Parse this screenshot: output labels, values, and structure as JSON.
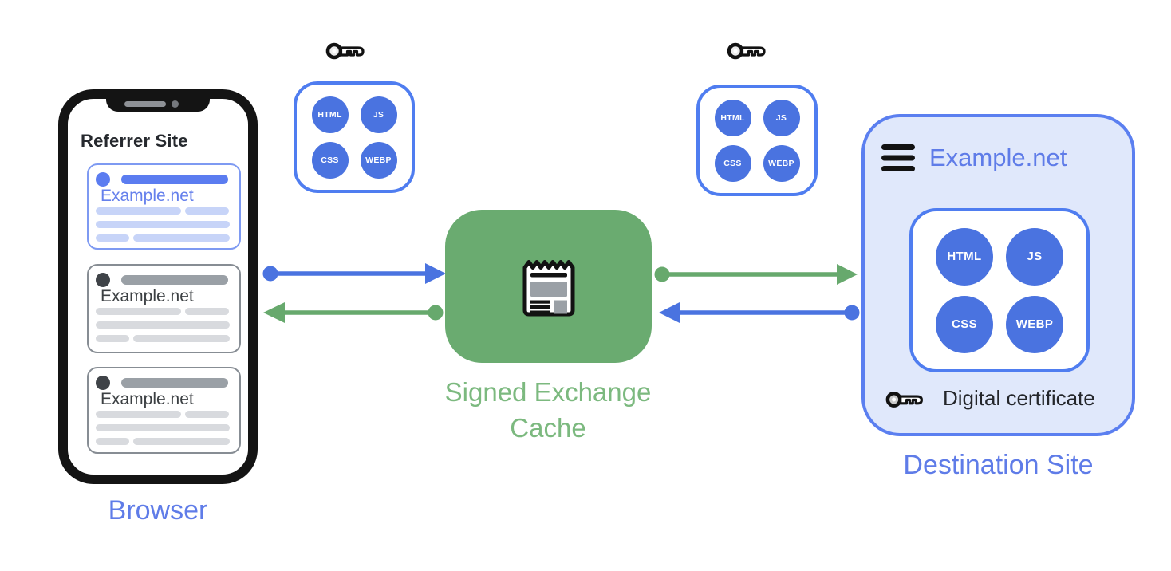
{
  "browser": {
    "label": "Browser",
    "screen_title": "Referrer Site",
    "cards": [
      {
        "site": "Example.net",
        "style": "highlighted"
      },
      {
        "site": "Example.net",
        "style": "plain"
      },
      {
        "site": "Example.net",
        "style": "plain"
      }
    ]
  },
  "bundle_left": {
    "items": [
      "HTML",
      "JS",
      "CSS",
      "WEBP"
    ]
  },
  "bundle_right": {
    "items": [
      "HTML",
      "JS",
      "CSS",
      "WEBP"
    ]
  },
  "cache": {
    "label_line1": "Signed Exchange",
    "label_line2": "Cache"
  },
  "destination": {
    "label": "Destination Site",
    "header": "Example.net",
    "bundle": {
      "items": [
        "HTML",
        "JS",
        "CSS",
        "WEBP"
      ]
    },
    "certificate_label": "Digital certificate"
  },
  "colors": {
    "accent_blue": "#4a73e0",
    "label_blue": "#5f7ce8",
    "bundle_border_blue": "#4f7df0",
    "card_highlight_blue": "#5b7cf0",
    "skeleton_blue": "#c7d4f8",
    "skeleton_gray": "#d8dade",
    "cache_green": "#6aab70",
    "cache_label_green": "#7cb97f",
    "arrow_green": "#67a96d",
    "destination_fill": "#e0e8fb"
  }
}
